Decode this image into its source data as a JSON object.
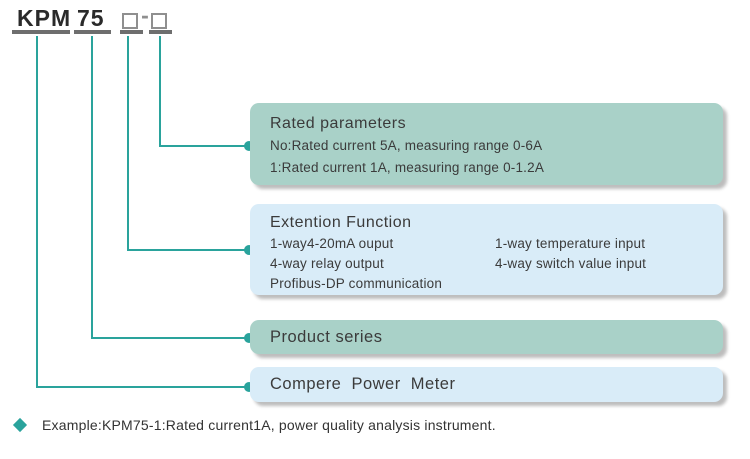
{
  "model_code": {
    "segments": [
      {
        "label": "KPM"
      },
      {
        "label": "75"
      }
    ],
    "separator": "-",
    "placeholders": [
      "□",
      "□"
    ]
  },
  "boxes": [
    {
      "id": "rated-parameters",
      "title": "Rated parameters",
      "lines": [
        "No:Rated current 5A, measuring range 0-6A",
        "1:Rated current 1A, measuring range 0-1.2A"
      ],
      "bg": "#a9d1c8"
    },
    {
      "id": "extension-function",
      "title": "Extention Function",
      "left_column": [
        "1-way4-20mA ouput",
        "4-way relay output",
        "Profibus-DP communication"
      ],
      "right_column": [
        "1-way temperature input",
        "4-way switch value input"
      ],
      "bg": "#d9ecf8"
    },
    {
      "id": "product-series",
      "title": "Product series",
      "bg": "#a9d1c8"
    },
    {
      "id": "compere-power-meter",
      "title": "Compere Power Meter",
      "bg": "#d9ecf8"
    }
  ],
  "example": {
    "text": "Example:KPM75-1:Rated current1A, power quality analysis instrument."
  },
  "colors": {
    "connector_teal": "#2aa39c",
    "box_teal": "#a9d1c8",
    "box_blue": "#d9ecf8",
    "underline_gray": "#6e6e6e",
    "text_dark": "#3b3b3b",
    "shadow_gray": "#bdbdbd"
  }
}
